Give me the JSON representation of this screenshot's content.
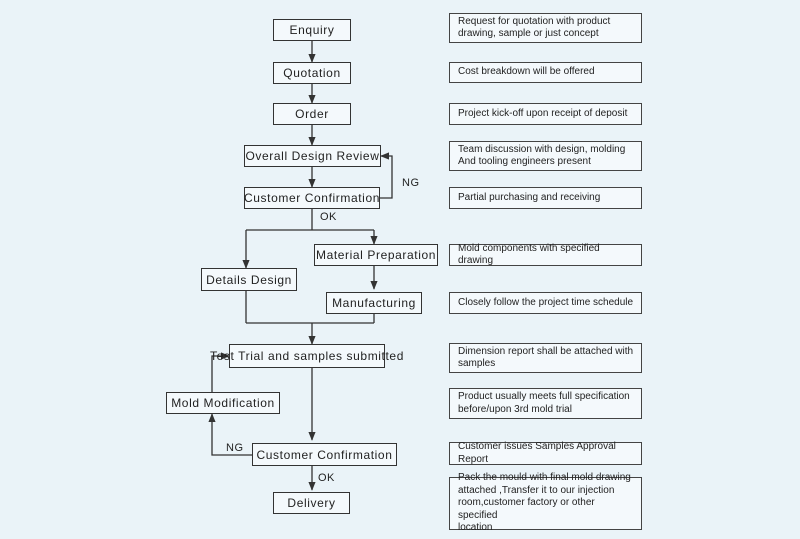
{
  "steps": {
    "enquiry": "Enquiry",
    "quotation": "Quotation",
    "order": "Order",
    "overall_design_review": "Overall Design Review",
    "customer_confirmation_1": "Customer Confirmation",
    "material_preparation": "Material Preparation",
    "details_design": "Details Design",
    "manufacturing": "Manufacturing",
    "test_trial": "Test Trial and samples submitted",
    "mold_modification": "Mold Modification",
    "customer_confirmation_2": "Customer Confirmation",
    "delivery": "Delivery"
  },
  "tags": {
    "ng_1": "NG",
    "ok_1": "OK",
    "ng_2": "NG",
    "ok_2": "OK"
  },
  "notes": {
    "enquiry": "Request for quotation with product\ndrawing, sample or just concept",
    "quotation": "Cost breakdown will be offered",
    "order": "Project kick-off upon receipt of deposit",
    "design_review": "Team discussion with design, molding\nAnd tooling engineers present",
    "confirmation": "Partial purchasing and receiving",
    "material": "Mold components with specified drawing",
    "manufacturing": "Closely follow the project time schedule",
    "test_trial": "Dimension report shall be attached with\nsamples",
    "mold_trial": "Product usually meets full specification\nbefore/upon 3rd mold trial",
    "approval": "Customer issues Samples Approval Report",
    "delivery": "Pack the mould with final mold drawing\nattached ,Transfer it to our injection\nroom,customer factory or other specified\nlocation"
  },
  "colors": {
    "background": "#eaf3f8",
    "line": "#333333"
  }
}
